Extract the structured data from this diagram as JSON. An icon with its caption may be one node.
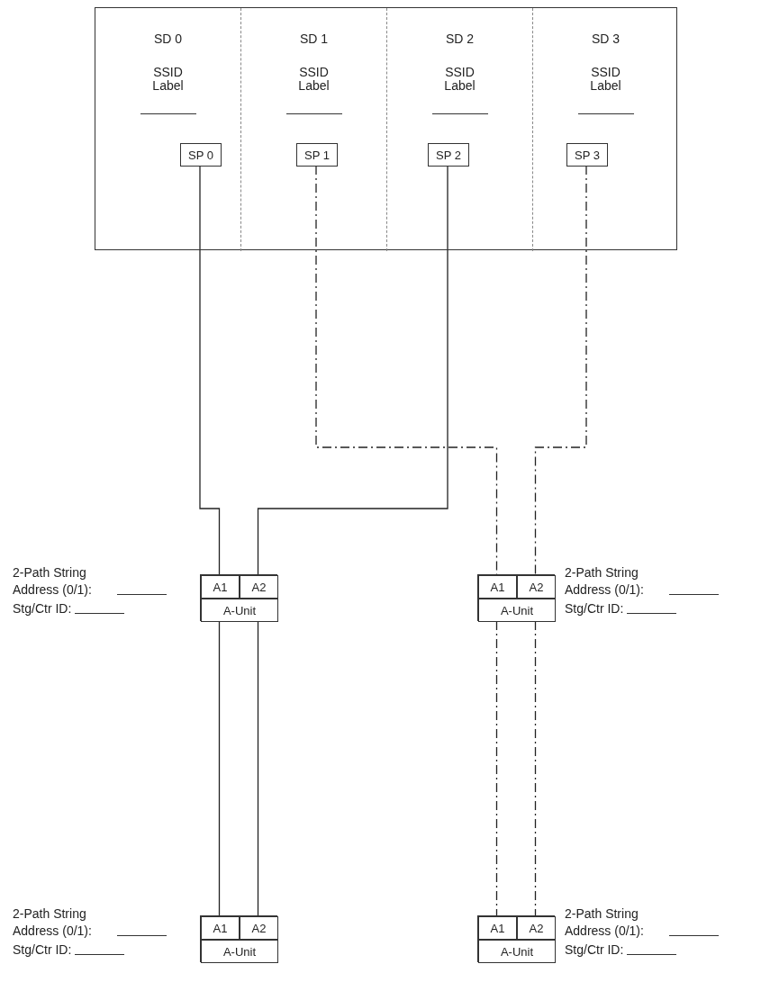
{
  "diagram": {
    "nodes": [
      {
        "text": [],
        "shape": "box"
      },
      {
        "text": [
          "SD 0",
          "SSID Label"
        ],
        "in": 0
      },
      {
        "text": [
          "SD 1",
          "SSID Label"
        ],
        "in": 0
      },
      {
        "text": [
          "SD 2",
          "SSID Label"
        ],
        "in": 0
      },
      {
        "text": [
          "SD 3",
          "SSID Label"
        ],
        "in": 0
      },
      {
        "text": [
          "SP 0"
        ],
        "in": 1
      },
      {
        "text": [
          "SP 1"
        ],
        "in": 2
      },
      {
        "text": [
          "SP 2"
        ],
        "in": 3
      },
      {
        "text": [
          "SP 3"
        ],
        "in": 4
      },
      {
        "text": [],
        "shape": "box",
        "beside": [
          "2-Path String Address (0/1):",
          "Stg/Ctr ID:"
        ]
      },
      {
        "text": [
          "A1"
        ],
        "in": 9
      },
      {
        "text": [
          "A2"
        ],
        "in": 9
      },
      {
        "text": [
          "A-Unit"
        ],
        "in": 9
      },
      {
        "text": [],
        "shape": "box",
        "beside": [
          "2-Path String Address (0/1):",
          "Stg/Ctr ID:"
        ]
      },
      {
        "text": [
          "A1"
        ],
        "in": 13
      },
      {
        "text": [
          "A2"
        ],
        "in": 13
      },
      {
        "text": [
          "A-Unit"
        ],
        "in": 13
      },
      {
        "text": [],
        "shape": "box",
        "beside": [
          "2-Path String Address (0/1):",
          "Stg/Ctr ID:"
        ]
      },
      {
        "text": [
          "A1"
        ],
        "in": 17
      },
      {
        "text": [
          "A2"
        ],
        "in": 17
      },
      {
        "text": [
          "A-Unit"
        ],
        "in": 17
      },
      {
        "text": [],
        "shape": "box",
        "beside": [
          "2-Path String Address (0/1):",
          "Stg/Ctr ID:"
        ]
      },
      {
        "text": [
          "A1"
        ],
        "in": 21
      },
      {
        "text": [
          "A2"
        ],
        "in": 21
      },
      {
        "text": [
          "A-Unit"
        ],
        "in": 21
      }
    ],
    "edges": [
      {
        "from": 5,
        "to": 10,
        "arrow": "none"
      },
      {
        "from": 7,
        "to": 11,
        "arrow": "none"
      },
      {
        "from": 6,
        "to": 14,
        "arrow": "none",
        "style": "dashed"
      },
      {
        "from": 8,
        "to": 15,
        "arrow": "none",
        "style": "dashed"
      },
      {
        "from": 12,
        "to": 18,
        "arrow": "none"
      },
      {
        "from": 12,
        "to": 19,
        "arrow": "none"
      },
      {
        "from": 16,
        "to": 22,
        "arrow": "none",
        "style": "dashed"
      },
      {
        "from": 16,
        "to": 23,
        "arrow": "none",
        "style": "dashed"
      }
    ]
  }
}
